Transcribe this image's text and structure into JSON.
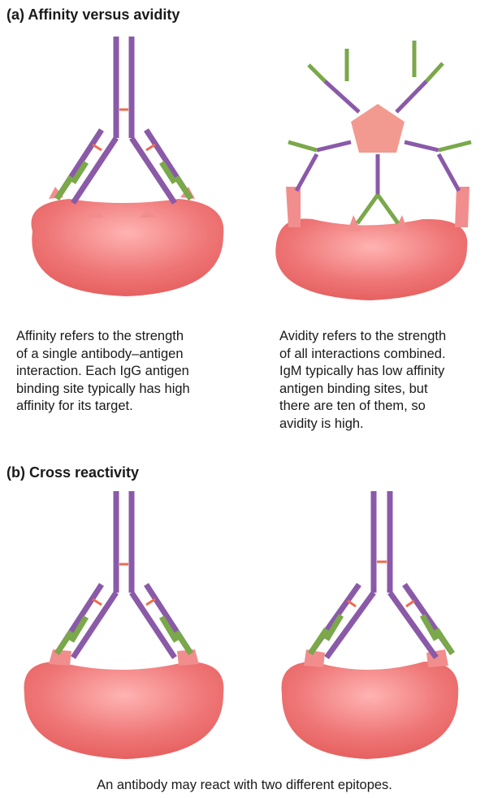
{
  "section_a": {
    "heading": "(a) Affinity versus avidity",
    "affinity_caption": "Affinity refers to the strength\nof a single antibody–antigen\ninteraction. Each IgG antigen\nbinding site typically has high\naffinity for its target.",
    "avidity_caption": "Avidity refers to the strength\nof all interactions combined.\nIgM typically has low affinity\nantigen binding sites, but\nthere are ten of them, so\navidity is high."
  },
  "section_b": {
    "heading": "(b) Cross reactivity",
    "caption": "An antibody may react with two different epitopes."
  },
  "colors": {
    "heavy_chain": "#8a5aa8",
    "light_chain": "#7aa84a",
    "disulfide": "#ee6b4d",
    "cell": "#ee7a7a",
    "epitope": "#f28d8d",
    "pentamer": "#f39a90"
  }
}
